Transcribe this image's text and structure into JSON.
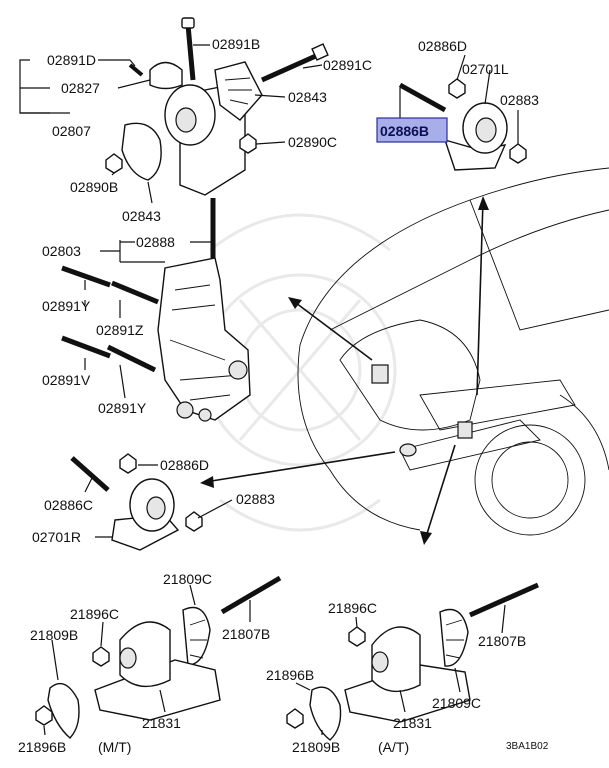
{
  "labels": {
    "l_02891B": "02891B",
    "l_02891D": "02891D",
    "l_02827": "02827",
    "l_02891C": "02891C",
    "l_02843_top": "02843",
    "l_02807": "02807",
    "l_02890C": "02890C",
    "l_02890B": "02890B",
    "l_02843_bot": "02843",
    "l_02886D_top": "02886D",
    "l_02701L": "02701L",
    "l_02883_top": "02883",
    "l_02886B": "02886B",
    "l_02803": "02803",
    "l_02888": "02888",
    "l_02891Y_a": "02891Y",
    "l_02891Z": "02891Z",
    "l_02891V": "02891V",
    "l_02891Y_b": "02891Y",
    "l_02886D_mid": "02886D",
    "l_02886C": "02886C",
    "l_02883_mid": "02883",
    "l_02701R": "02701R",
    "l_21809C_l": "21809C",
    "l_21896C_l": "21896C",
    "l_21807B_l": "21807B",
    "l_21809B_l": "21809B",
    "l_21831_l": "21831",
    "l_21896B_l": "21896B",
    "l_MT": "(M/T)",
    "l_21896C_r": "21896C",
    "l_21807B_r": "21807B",
    "l_21896B_r": "21896B",
    "l_21809C_r": "21809C",
    "l_21831_r": "21831",
    "l_21809B_r": "21809B",
    "l_AT": "(A/T)",
    "l_code": "3BA1B02"
  },
  "highlight": {
    "part": "02886B",
    "fill": "#a8aee8",
    "border": "#2a2f9a"
  }
}
